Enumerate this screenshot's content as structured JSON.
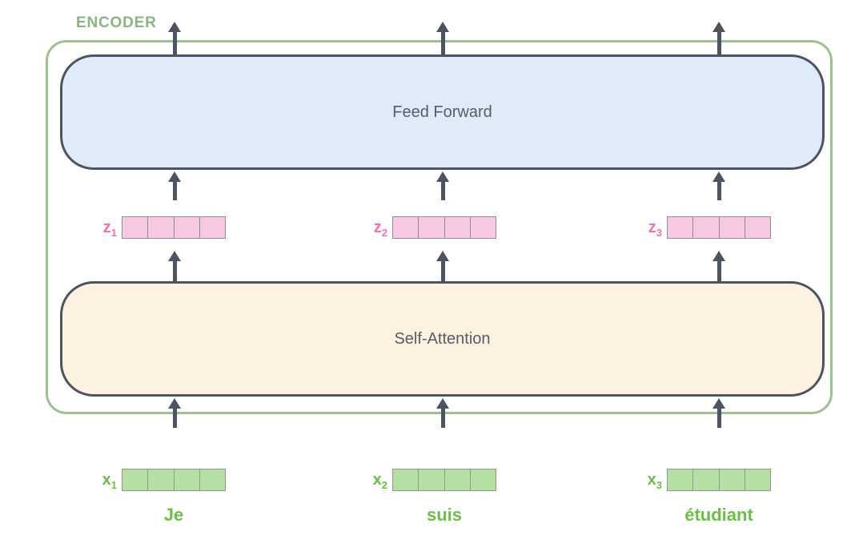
{
  "diagram": {
    "title": "Transformer encoder block diagram",
    "encoder_label": "ENCODER",
    "feed_forward_label": "Feed Forward",
    "self_attention_label": "Self-Attention",
    "vector_cells_per_row": 4,
    "columns": [
      {
        "z_letter": "z",
        "z_sub": "1",
        "x_letter": "x",
        "x_sub": "1",
        "word": "Je"
      },
      {
        "z_letter": "z",
        "z_sub": "2",
        "x_letter": "x",
        "x_sub": "2",
        "word": "suis"
      },
      {
        "z_letter": "z",
        "z_sub": "3",
        "x_letter": "x",
        "x_sub": "3",
        "word": "étudiant"
      }
    ],
    "colors": {
      "encoder_border": "#9bc28d",
      "encoder_label": "#8cb47e",
      "feed_forward_fill": "#e0ebf9",
      "self_attention_fill": "#fdf1e0",
      "box_border": "#4d5361",
      "box_text": "#575c66",
      "arrow": "#4d5361",
      "z_fill": "#f8c9e3",
      "z_border": "#8e8e9a",
      "z_label": "#f470af",
      "x_fill": "#b6dfa3",
      "x_border": "#8e9a8c",
      "word_green": "#6abf47"
    }
  }
}
